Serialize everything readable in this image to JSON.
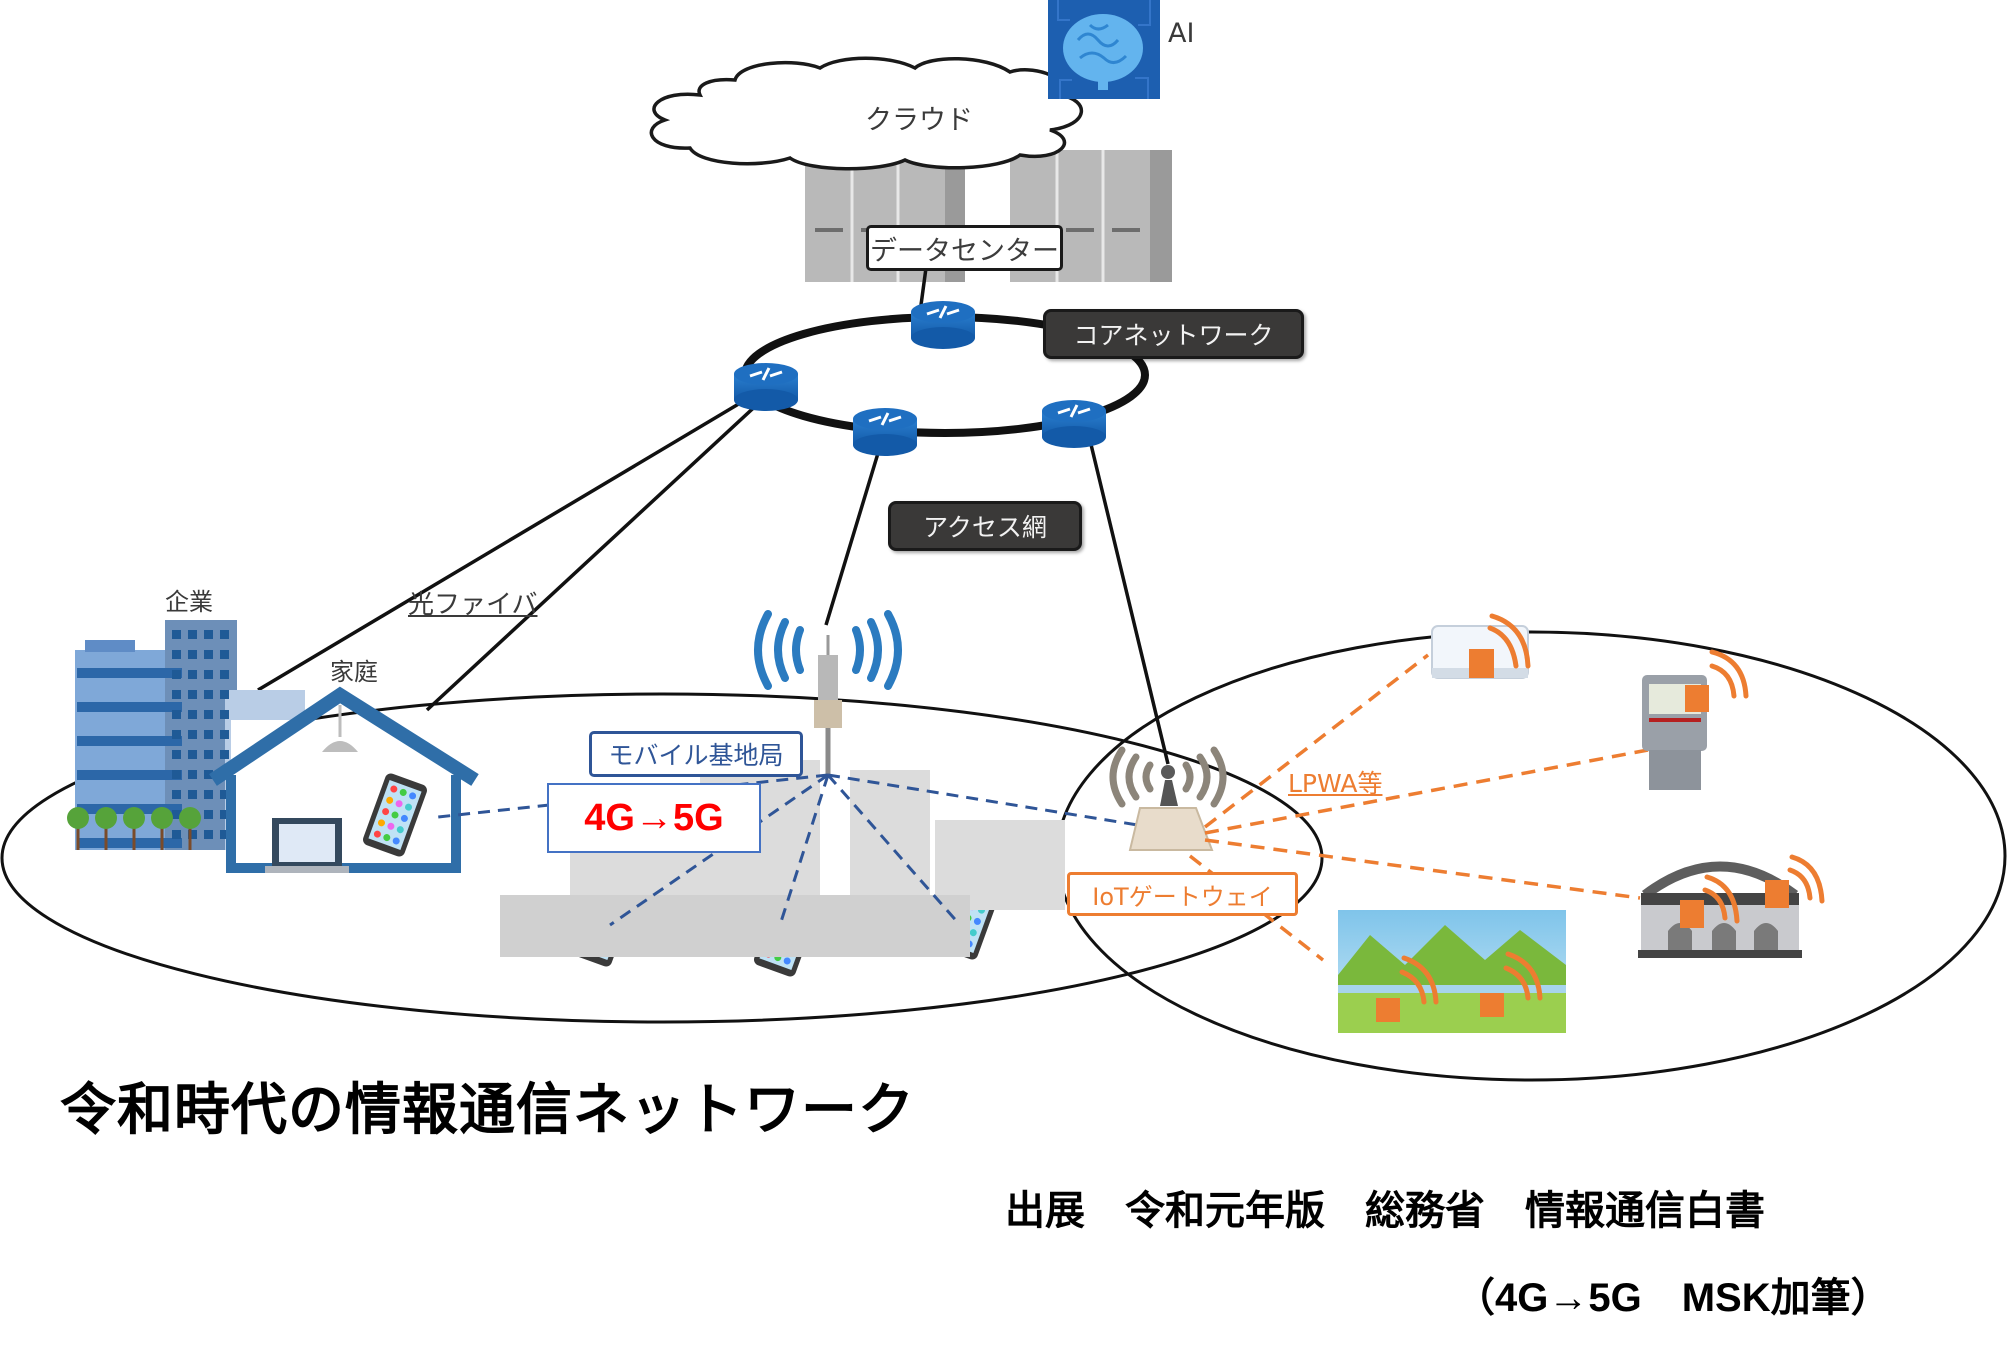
{
  "cloud": {
    "label": "クラウド"
  },
  "ai": {
    "label": "AI"
  },
  "datacenter": {
    "label": "データセンター"
  },
  "core_network": {
    "label": "コアネットワーク"
  },
  "access_network": {
    "label": "アクセス網"
  },
  "fiber": {
    "label": "光ファイバ"
  },
  "enterprise": {
    "label": "企業"
  },
  "home": {
    "label": "家庭"
  },
  "mobile_base_station": {
    "label": "モバイル基地局"
  },
  "generation": {
    "label": "4G→5G"
  },
  "iot_gateway": {
    "label": "IoTゲートウェイ"
  },
  "lpwa": {
    "label": "LPWA等"
  },
  "title": "令和時代の情報通信ネットワーク",
  "source": {
    "line1": "出展　令和元年版　総務省　情報通信白書",
    "line2": "（4G→5G　MSK加筆）"
  },
  "colors": {
    "router_blue": "#1f6fc1",
    "mobile_blue": "#2f5597",
    "accent_red": "#ff0000",
    "iot_orange": "#ed7d31",
    "label_dark": "#3a3938"
  },
  "iot_devices": [
    {
      "name": "air-conditioner"
    },
    {
      "name": "smart-meter"
    },
    {
      "name": "bridge"
    },
    {
      "name": "field-sensor"
    }
  ]
}
